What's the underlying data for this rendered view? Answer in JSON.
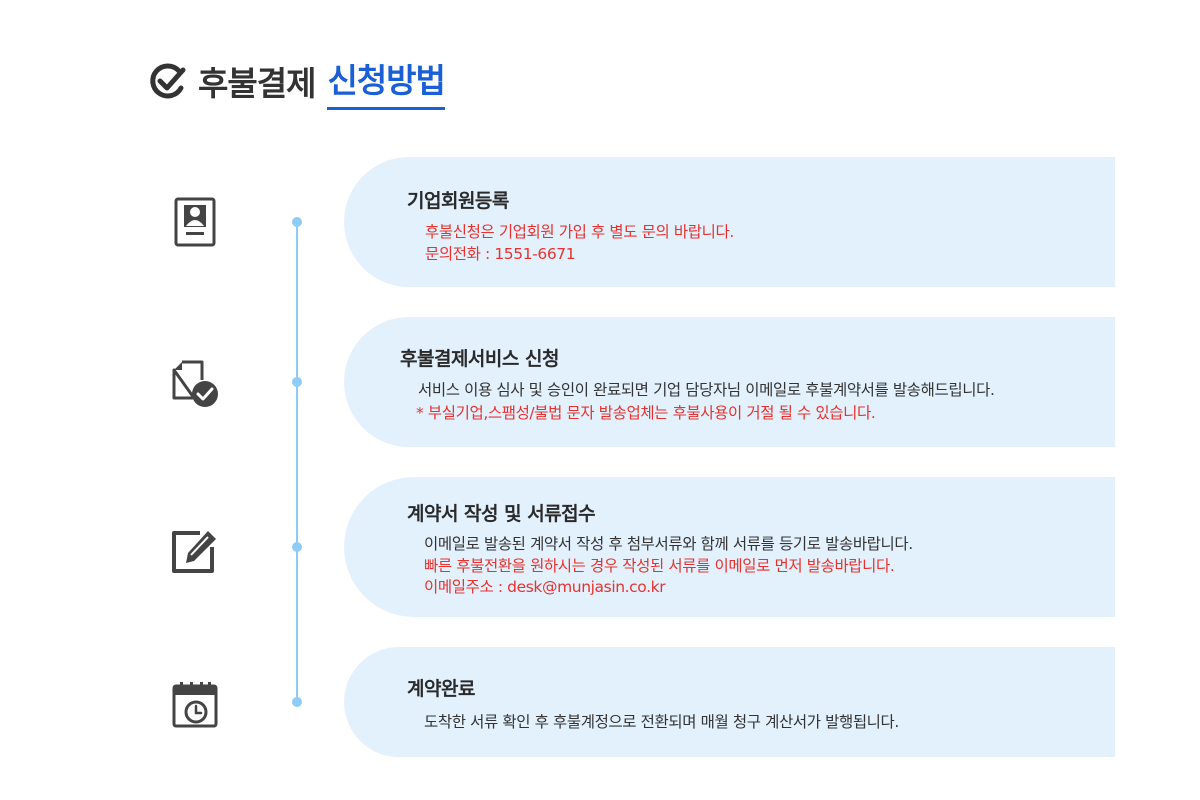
{
  "header": {
    "title": "후불결제",
    "highlight": "신청방법",
    "accent_color": "#1a5fd6",
    "icon": "check-circle-icon"
  },
  "timeline": {
    "color": "#8ecbf6"
  },
  "steps": [
    {
      "icon": "id-card-icon",
      "title": "기업회원등록",
      "lines": [
        {
          "text": "후불신청은 기업회원 가입 후 별도 문의 바랍니다.",
          "color": "red"
        },
        {
          "text": "문의전화 : 1551-6671",
          "color": "red"
        }
      ]
    },
    {
      "icon": "document-check-icon",
      "title": "후불결제서비스 신청",
      "lines": [
        {
          "text": "서비스 이용 심사 및 승인이 완료되면 기업 담당자님 이메일로 후불계약서를 발송해드립니다.",
          "color": "dark"
        },
        {
          "text": "* 부실기업,스팸성/불법 문자 발송업체는 후불사용이 거절 될 수 있습니다.",
          "color": "red"
        }
      ]
    },
    {
      "icon": "edit-pencil-icon",
      "title": "계약서 작성 및 서류접수",
      "lines": [
        {
          "text": "이메일로 발송된 계약서 작성 후 첨부서류와 함께 서류를 등기로 발송바랍니다.",
          "color": "dark"
        },
        {
          "text": "빠른 후불전환을 원하시는 경우 작성된 서류를 이메일로 먼저 발송바랍니다.",
          "color": "red"
        },
        {
          "text": "이메일주소 : desk@munjasin.co.kr",
          "color": "red"
        }
      ]
    },
    {
      "icon": "calendar-clock-icon",
      "title": "계약완료",
      "lines": [
        {
          "text": "도착한 서류 확인 후 후불계정으로 전환되며 매월 청구 계산서가 발행됩니다.",
          "color": "dark"
        }
      ]
    }
  ]
}
